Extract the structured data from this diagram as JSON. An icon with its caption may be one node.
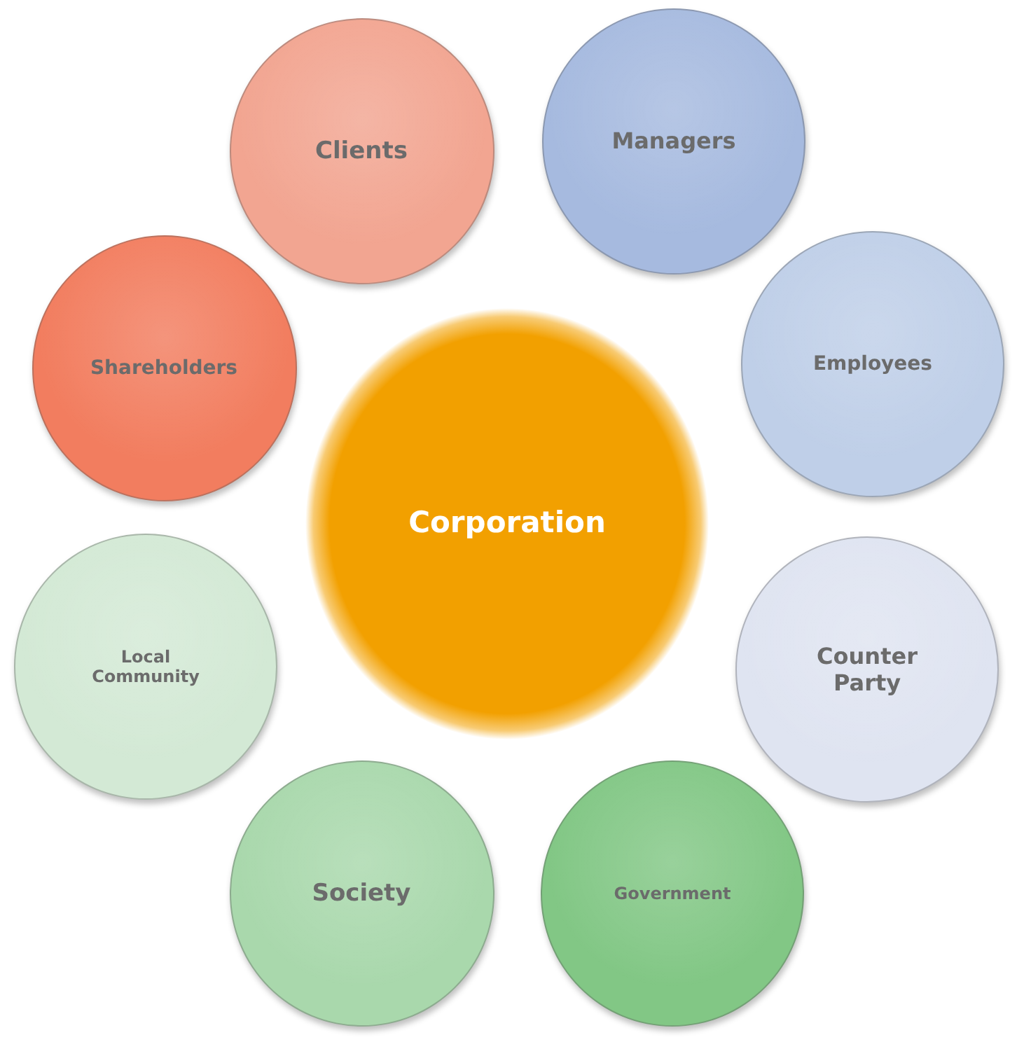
{
  "diagram": {
    "nodes": [
      {
        "text": [
          "Corporation"
        ]
      },
      {
        "text": [
          "Clients"
        ]
      },
      {
        "text": [
          "Managers"
        ]
      },
      {
        "text": [
          "Employees"
        ]
      },
      {
        "text": [
          "Counter Party"
        ]
      },
      {
        "text": [
          "Government"
        ]
      },
      {
        "text": [
          "Society"
        ]
      },
      {
        "text": [
          "Local Community"
        ]
      },
      {
        "text": [
          "Shareholders"
        ]
      }
    ]
  }
}
